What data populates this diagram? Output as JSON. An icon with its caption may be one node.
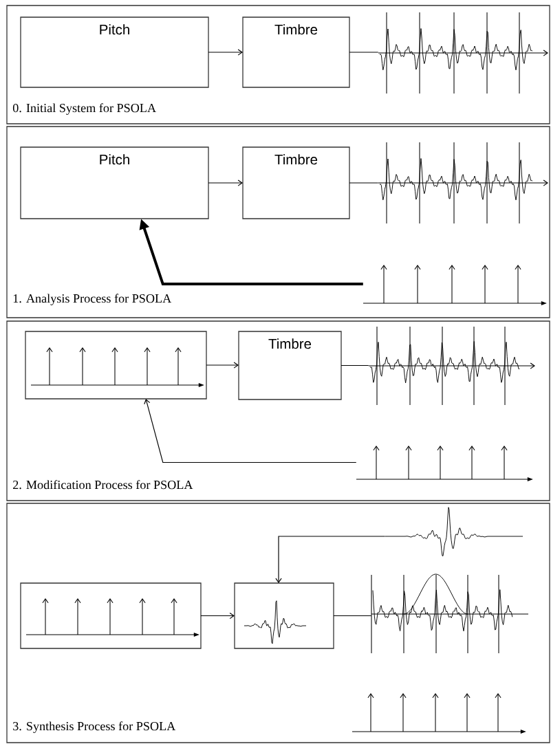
{
  "diagram": {
    "nodes": [
      {
        "text": [
          "0. Initial System for PSOLA"
        ]
      },
      {
        "text": [
          "Pitch"
        ],
        "in": 0
      },
      {
        "text": [
          "Timbre"
        ],
        "in": 0
      },
      {
        "text": [],
        "shape": "picture",
        "in": 0
      },
      {
        "text": [
          "1. Analysis Process for PSOLA"
        ]
      },
      {
        "text": [
          "Pitch"
        ],
        "in": 4
      },
      {
        "text": [
          "Timbre"
        ],
        "in": 4
      },
      {
        "text": [],
        "shape": "picture",
        "in": 4
      },
      {
        "text": [],
        "shape": "picture",
        "in": 4
      },
      {
        "text": [
          "2. Modification Process for PSOLA"
        ]
      },
      {
        "text": [],
        "shape": "box",
        "in": 9
      },
      {
        "text": [
          "Timbre"
        ],
        "in": 9
      },
      {
        "text": [],
        "shape": "picture",
        "in": 9
      },
      {
        "text": [],
        "shape": "picture",
        "in": 9
      },
      {
        "text": [
          "3. Synthesis Process for PSOLA"
        ]
      },
      {
        "text": [],
        "shape": "picture",
        "in": 14
      },
      {
        "text": [],
        "shape": "box",
        "in": 14
      },
      {
        "text": [],
        "shape": "box",
        "in": 14
      },
      {
        "text": [],
        "shape": "picture",
        "in": 14
      },
      {
        "text": [],
        "shape": "picture",
        "in": 14
      }
    ],
    "edges": [
      {
        "from": 1,
        "to": 2,
        "arrow": "to"
      },
      {
        "from": 2,
        "to": 3,
        "arrow": "none"
      },
      {
        "from": 5,
        "to": 6,
        "arrow": "to"
      },
      {
        "from": 6,
        "to": 7,
        "arrow": "none"
      },
      {
        "from": 8,
        "to": 5,
        "arrow": "to",
        "style": "thick"
      },
      {
        "from": 10,
        "to": 11,
        "arrow": "to"
      },
      {
        "from": 11,
        "to": 12,
        "arrow": "none"
      },
      {
        "from": 13,
        "to": 10,
        "arrow": "to"
      },
      {
        "from": 15,
        "to": 17,
        "arrow": "to"
      },
      {
        "from": 16,
        "to": 17,
        "arrow": "to"
      },
      {
        "from": 17,
        "to": 18,
        "arrow": "none"
      }
    ]
  }
}
